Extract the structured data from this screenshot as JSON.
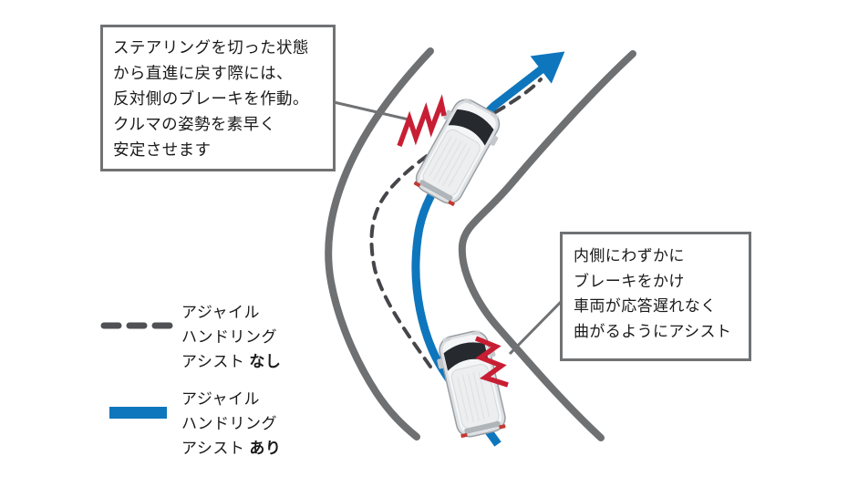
{
  "callout_steering": {
    "lines": [
      "ステアリングを切った状態",
      "から直進に戻す際には、",
      "反対側のブレーキを作動。",
      "クルマの姿勢を素早く",
      "安定させます"
    ]
  },
  "callout_inner_brake": {
    "lines": [
      "内側にわずかに",
      "ブレーキをかけ",
      "車両が応答遅れなく",
      "曲がるようにアシスト"
    ]
  },
  "legend": {
    "without_assist": {
      "line1": "アジャイル",
      "line2": "ハンドリング",
      "line3": "アシスト",
      "line3_bold": "なし"
    },
    "with_assist": {
      "line1": "アジャイル",
      "line2": "ハンドリング",
      "line3": "アシスト",
      "line3_bold": "あり"
    }
  },
  "colors": {
    "assist_path_blue": "#0e76bd",
    "no_assist_dash": "#454649",
    "road_gray": "#6e7072",
    "brake_flash_red": "#c81e34",
    "pointer_gray": "#707274",
    "legend_dash": "#4f5154"
  }
}
